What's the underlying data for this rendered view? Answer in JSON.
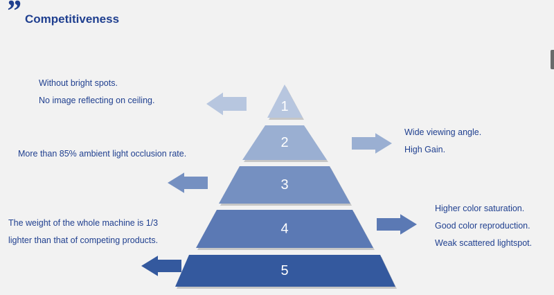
{
  "header": {
    "quote_glyph": "”",
    "title": "Competitiveness"
  },
  "colors": {
    "title": "#1f3f8f",
    "text": "#1f3f8f",
    "background": "#f2f2f2",
    "levels": [
      "#b7c6df",
      "#9aafd2",
      "#7590c1",
      "#5b79b4",
      "#34599e"
    ],
    "arrows": [
      "#b7c6df",
      "#9aafd2",
      "#7590c1",
      "#5b79b4",
      "#34599e"
    ]
  },
  "pyramid": {
    "levels": [
      {
        "label": "1",
        "arrow": "left"
      },
      {
        "label": "2",
        "arrow": "right"
      },
      {
        "label": "3",
        "arrow": "left"
      },
      {
        "label": "4",
        "arrow": "right"
      },
      {
        "label": "5",
        "arrow": "left"
      }
    ]
  },
  "notes": {
    "n1": [
      "Without bright spots.",
      "No image reflecting on ceiling."
    ],
    "n2": [
      "Wide viewing angle.",
      "High Gain."
    ],
    "n3": [
      "More than 85% ambient light occlusion rate."
    ],
    "n4": [
      "Higher color saturation.",
      "Good color reproduction.",
      "Weak scattered lightspot."
    ],
    "n5": [
      "The weight of the whole machine is 1/3",
      " lighter than that of competing products."
    ]
  }
}
